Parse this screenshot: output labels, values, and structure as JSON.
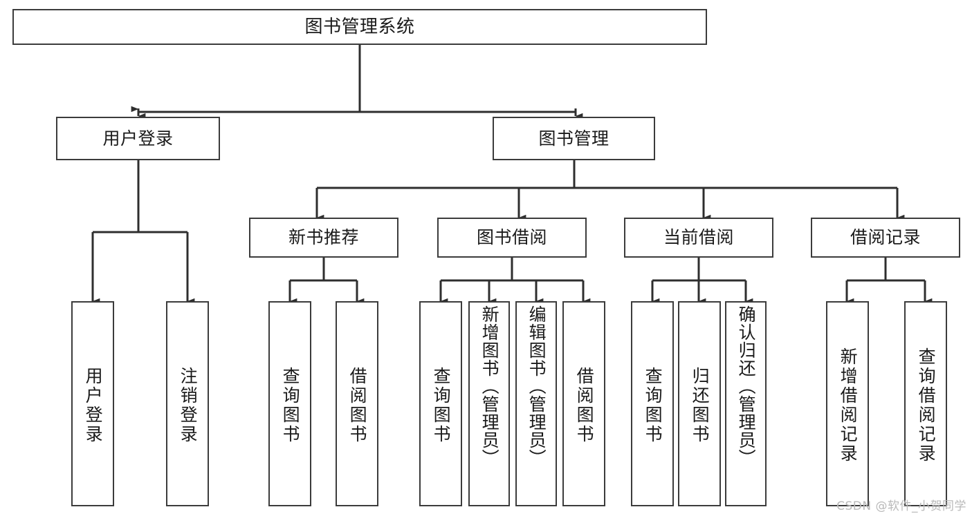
{
  "diagram": {
    "title": "图书管理系统",
    "type": "tree-hierarchy",
    "watermark": "CSDN @软件_小贺同学",
    "colors": {
      "box_border": "#3b3b3b",
      "box_fill": "#ffffff",
      "connector": "#2e2e2e",
      "text": "#1a1a1a",
      "watermark": "#b9b9b9"
    },
    "levels": {
      "level1": {
        "label": "图书管理系统"
      },
      "level2": [
        {
          "label": "用户登录"
        },
        {
          "label": "图书管理"
        }
      ],
      "level3": [
        {
          "label": "新书推荐"
        },
        {
          "label": "图书借阅"
        },
        {
          "label": "当前借阅"
        },
        {
          "label": "借阅记录"
        }
      ],
      "leaves": {
        "user_login": [
          {
            "label": "用户登录"
          },
          {
            "label": "注销登录"
          }
        ],
        "new_book_recommend": [
          {
            "label": "查询图书"
          },
          {
            "label": "借阅图书"
          }
        ],
        "book_borrow": [
          {
            "label": "查询图书"
          },
          {
            "label": "新增图书（管理员）"
          },
          {
            "label": "编辑图书（管理员）"
          },
          {
            "label": "借阅图书"
          }
        ],
        "current_borrow": [
          {
            "label": "查询图书"
          },
          {
            "label": "归还图书"
          },
          {
            "label": "确认归还（管理员）"
          }
        ],
        "borrow_record": [
          {
            "label": "新增借阅记录"
          },
          {
            "label": "查询借阅记录"
          }
        ]
      }
    }
  }
}
